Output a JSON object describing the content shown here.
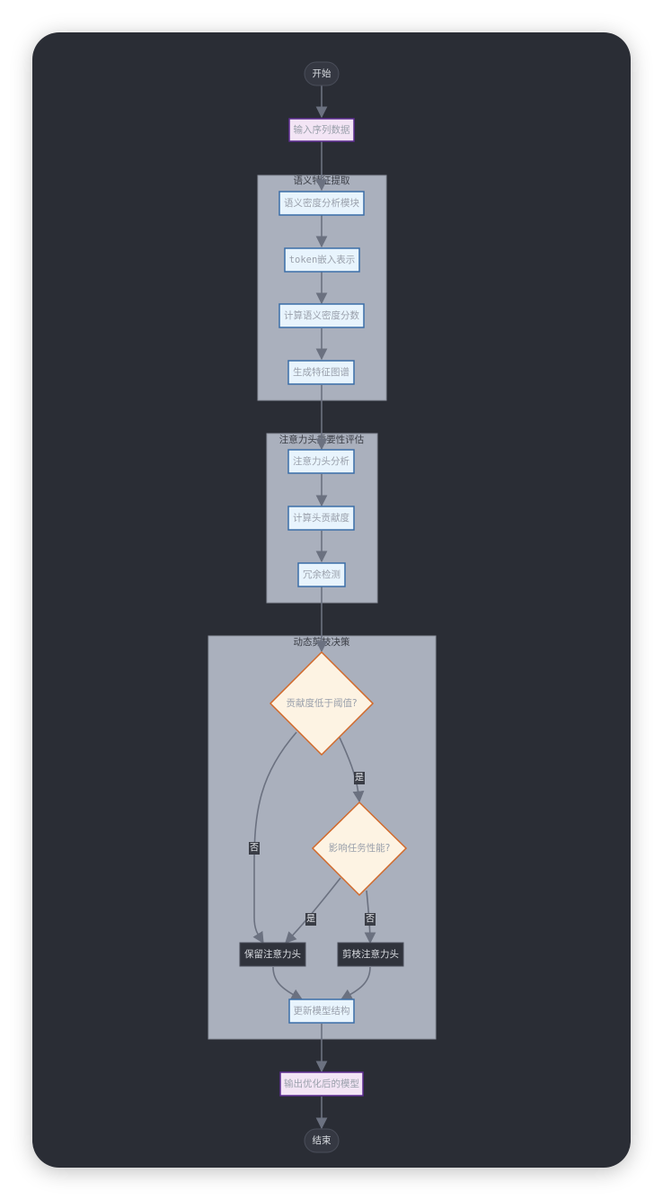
{
  "diagram": {
    "type": "flowchart",
    "direction": "top-down",
    "colors": {
      "background": "#2a2d35",
      "subgraph_fill": "#aab0bd",
      "process_fill": "#e8f4fd",
      "process_stroke": "#3a6ea8",
      "io_fill": "#f3e5f5",
      "io_stroke": "#5c2d91",
      "decision_fill": "#fdf3e3",
      "decision_stroke": "#d2692a",
      "dark_node_fill": "#30333c",
      "terminal_fill": "#353842",
      "edge_color": "#6b7180"
    },
    "nodes": {
      "start": "开始",
      "input": "输入序列数据",
      "semantic_module": "语义密度分析模块",
      "token_embed": "token嵌入表示",
      "calc_density": "计算语义密度分数",
      "gen_feature_map": "生成特征图谱",
      "head_analysis": "注意力头分析",
      "head_contribution": "计算头贡献度",
      "redundancy": "冗余检测",
      "decision_threshold": "贡献度低于阈值?",
      "decision_perf": "影响任务性能?",
      "keep_head": "保留注意力头",
      "prune_head": "剪枝注意力头",
      "update_model": "更新模型结构",
      "output": "输出优化后的模型",
      "end": "结束"
    },
    "subgraphs": {
      "semantic": "语义特征提取",
      "importance": "注意力头重要性评估",
      "pruning": "动态剪枝决策"
    },
    "edge_labels": {
      "threshold_yes": "是",
      "threshold_no": "否",
      "perf_yes": "是",
      "perf_no": "否"
    }
  }
}
